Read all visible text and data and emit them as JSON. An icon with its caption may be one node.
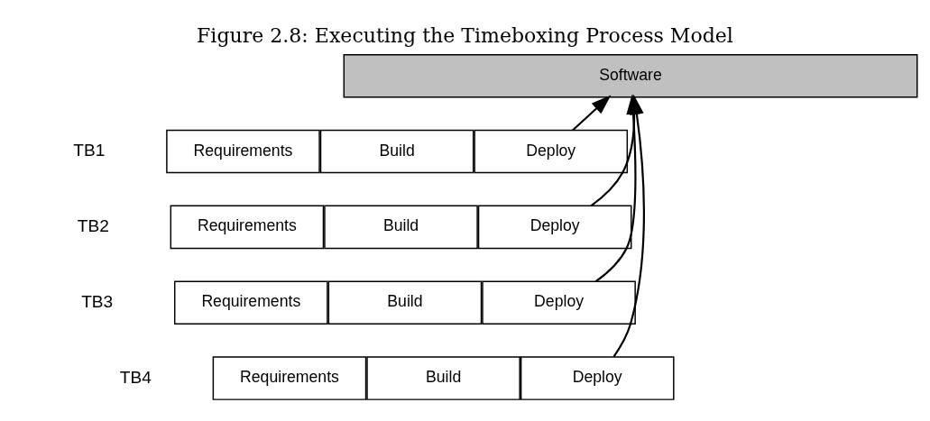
{
  "diagram": {
    "title": "Figure 2.8: Executing the Timeboxing Process Model",
    "nodes": [
      {
        "text": [
          "Software"
        ]
      },
      {
        "text": [
          "Requirements"
        ]
      },
      {
        "text": [
          "Build"
        ]
      },
      {
        "text": [
          "Deploy"
        ]
      },
      {
        "text": [
          "Requirements"
        ]
      },
      {
        "text": [
          "Build"
        ]
      },
      {
        "text": [
          "Deploy"
        ]
      },
      {
        "text": [
          "Requirements"
        ]
      },
      {
        "text": [
          "Build"
        ]
      },
      {
        "text": [
          "Deploy"
        ]
      },
      {
        "text": [
          "Requirements"
        ]
      },
      {
        "text": [
          "Build"
        ]
      },
      {
        "text": [
          "Deploy"
        ]
      }
    ],
    "edges": [
      {
        "from": 3,
        "to": 0,
        "arrow": "to"
      },
      {
        "from": 6,
        "to": 0,
        "arrow": "to"
      },
      {
        "from": 9,
        "to": 0,
        "arrow": "to"
      },
      {
        "from": 12,
        "to": 0,
        "arrow": "to"
      }
    ],
    "labels": [
      "TB1",
      "TB2",
      "TB3",
      "TB4"
    ]
  }
}
